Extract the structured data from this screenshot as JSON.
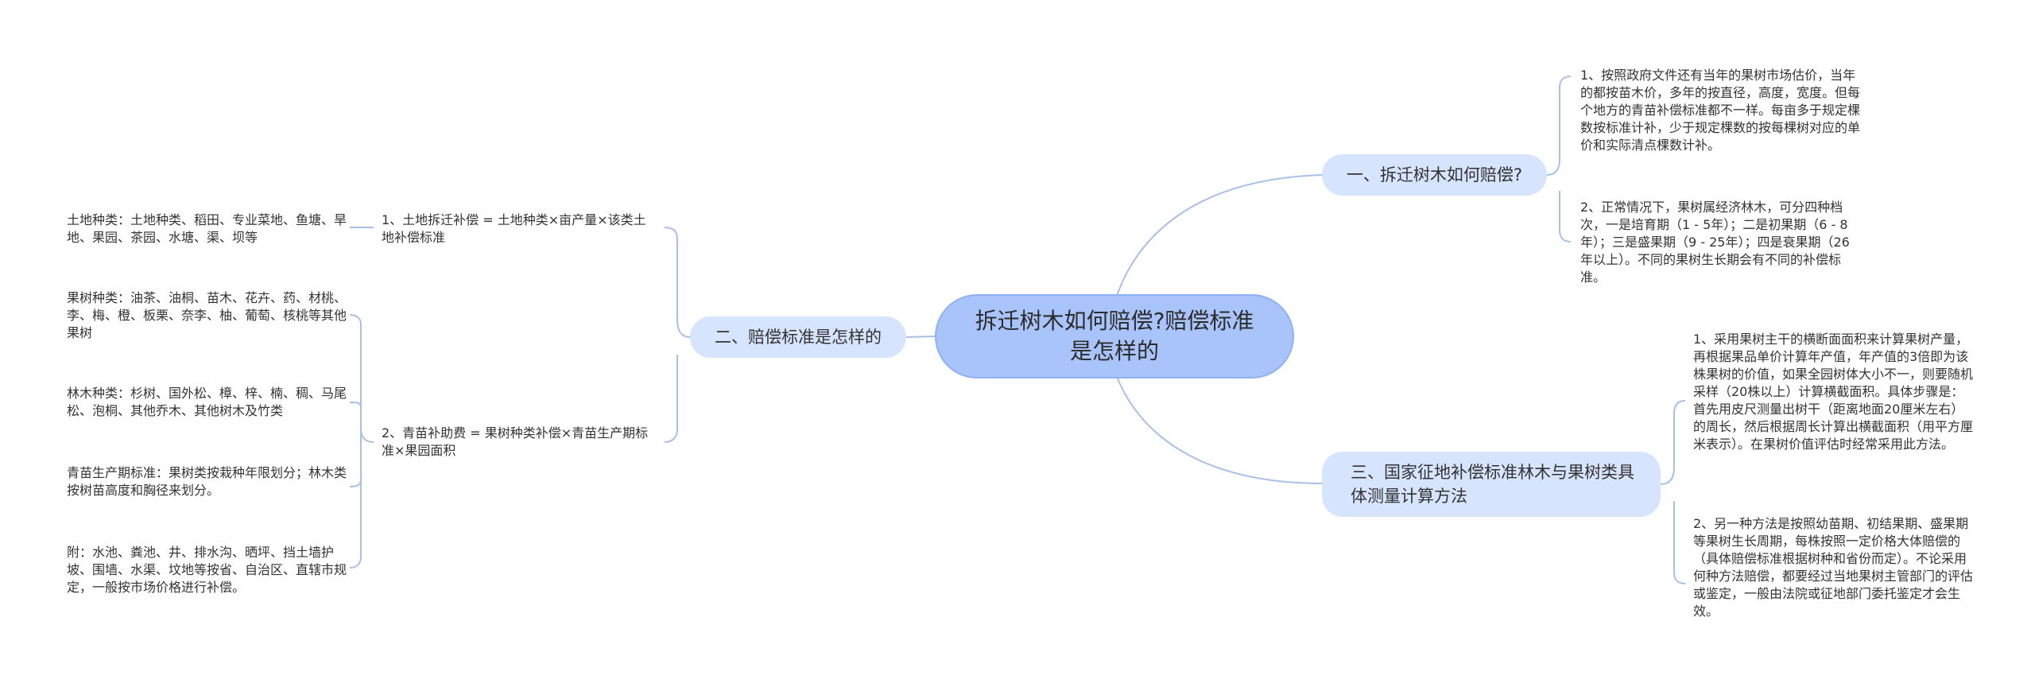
{
  "root": {
    "title": "拆迁树木如何赔偿?赔偿标准是怎样的"
  },
  "branches": [
    {
      "label": "一、拆迁树木如何赔偿?",
      "items": [
        "1、按照政府文件还有当年的果树市场估价，当年的都按苗木价，多年的按直径，高度，宽度。但每个地方的青苗补偿标准都不一样。每亩多于规定棵数按标准计补，少于规定棵数的按每棵树对应的单价和实际清点棵数计补。",
        "2、正常情况下，果树属经济林木，可分四种档次，一是培育期（1 - 5年）；二是初果期（6 - 8年）；三是盛果期（9 - 25年）；四是衰果期（26年以上）。不同的果树生长期会有不同的补偿标准。"
      ]
    },
    {
      "label": "二、赔偿标准是怎样的",
      "subs": [
        {
          "label": "1、土地拆迁补偿 = 土地种类×亩产量×该类土地补偿标准"
        },
        {
          "label": "2、青苗补助费 = 果树种类补偿×青苗生产期标准×果园面积"
        }
      ],
      "leaves": [
        "土地种类：土地种类、稻田、专业菜地、鱼塘、旱地、果园、茶园、水塘、渠、坝等",
        "果树种类：油茶、油桐、苗木、花卉、药、材桃、李、梅、橙、板栗、奈李、柚、葡萄、核桃等其他果树",
        "林木种类：杉树、国外松、樟、梓、楠、稠、马尾松、泡桐、其他乔木、其他树木及竹类",
        "青苗生产期标准：果树类按栽种年限划分；林木类按树苗高度和胸径来划分。",
        "附：水池、粪池、井、排水沟、晒坪、挡土墙护坡、围墙、水渠、坟地等按省、自治区、直辖市规定，一般按市场价格进行补偿。"
      ]
    },
    {
      "label": "三、国家征地补偿标准林木与果树类具体测量计算方法",
      "items": [
        "1、采用果树主干的横断面面积来计算果树产量，再根据果品单价计算年产值，年产值的3倍即为该株果树的价值，如果全园树体大小不一，则要随机采样（20株以上）计算横截面积。具体步骤是：首先用皮尺测量出树干（距离地面20厘米左右）的周长，然后根据周长计算出横截面积（用平方厘米表示）。在果树价值评估时经常采用此方法。",
        "2、另一种方法是按照幼苗期、初结果期、盛果期等果树生长周期，每株按照一定价格大体赔偿的（具体赔偿标准根据树种和省份而定）。不论采用何种方法赔偿，都要经过当地果树主管部门的评估或鉴定，一般由法院或征地部门委托鉴定才会生效。"
      ]
    }
  ],
  "colors": {
    "edge": "#a8c0e8",
    "root_fill": "#a9c4fb",
    "branch_fill": "#d6e4fd"
  }
}
